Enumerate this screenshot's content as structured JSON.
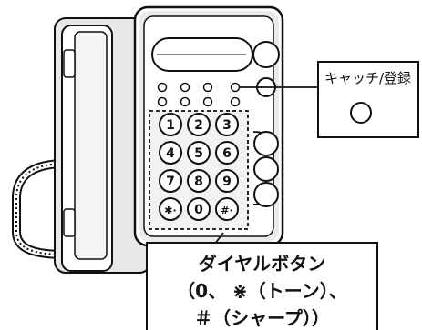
{
  "callouts": {
    "catch_register": {
      "label": "キャッチ/登録"
    },
    "dial_buttons": {
      "line1": "ダイヤルボタン",
      "line2": "（0、 ⋇（トーン）、",
      "line3": "＃（シャープ））"
    }
  },
  "keypad": {
    "keys": [
      "1",
      "2",
      "3",
      "4",
      "5",
      "6",
      "7",
      "8",
      "9",
      "✱·",
      "0",
      "#·"
    ]
  },
  "colors": {
    "outline": "#111111",
    "body_fill": "#ffffff",
    "body_shade": "#e8e8e8",
    "keypad_highlight": "#f2f2f2"
  }
}
